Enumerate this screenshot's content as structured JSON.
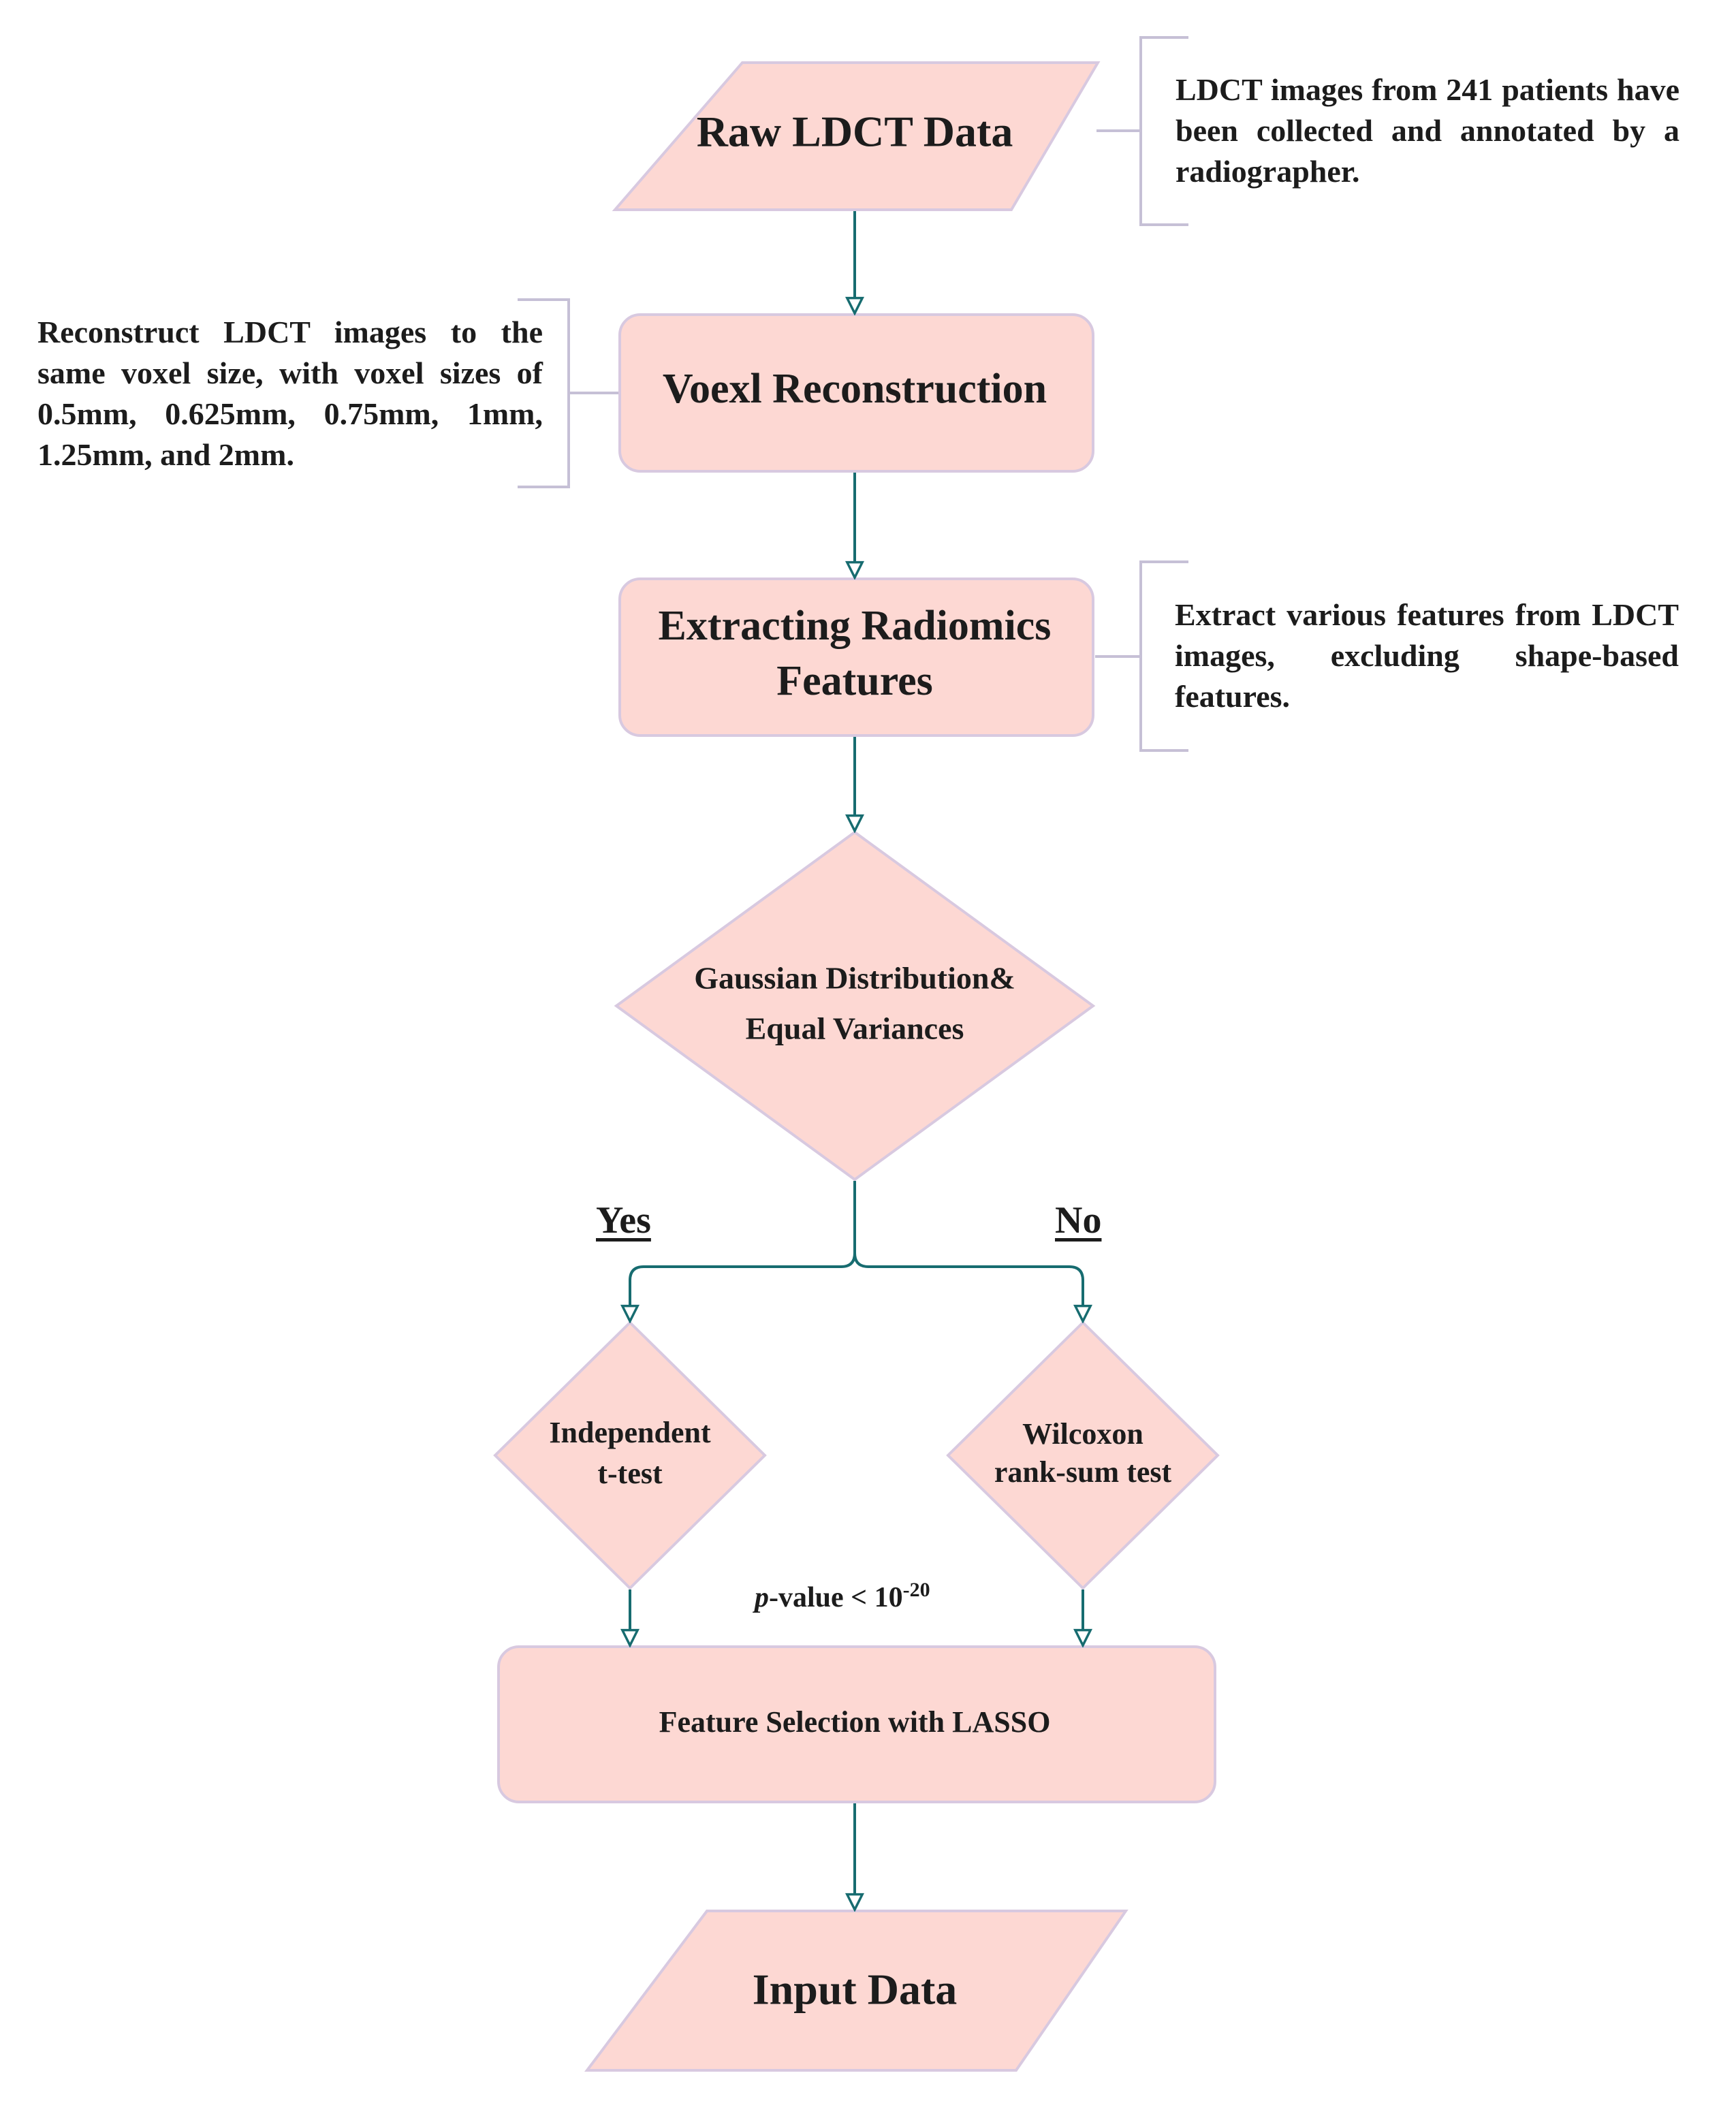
{
  "nodes": {
    "raw_data": "Raw LDCT Data",
    "voxel_reconstruction": "Voexl Reconstruction",
    "extract_features_line1": "Extracting Radiomics",
    "extract_features_line2": "Features",
    "decision_line1": "Gaussian Distribution&",
    "decision_line2": "Equal Variances",
    "ttest_line1": "Independent",
    "ttest_line2": "t-test",
    "wilcoxon_line1": "Wilcoxon",
    "wilcoxon_line2": "rank-sum test",
    "lasso": "Feature Selection with LASSO",
    "input_data": "Input Data"
  },
  "branches": {
    "yes": "Yes",
    "no": "No"
  },
  "threshold": {
    "prefix": "p",
    "suffix": "-value < 10",
    "exponent": "-20"
  },
  "notes": {
    "raw_data": "LDCT images from 241 patients have been collected and annotated by a radiographer.",
    "voxel": "Reconstruct LDCT images to the same voxel size, with voxel sizes of 0.5mm, 0.625mm, 0.75mm, 1mm, 1.25mm, and 2mm.",
    "features": "Extract various features from LDCT images, excluding shape-based features."
  },
  "colors": {
    "node_fill": "#fdd8d3",
    "node_stroke": "#d8c9e0",
    "arrow": "#176c70",
    "bracket": "#c6c0d6"
  }
}
